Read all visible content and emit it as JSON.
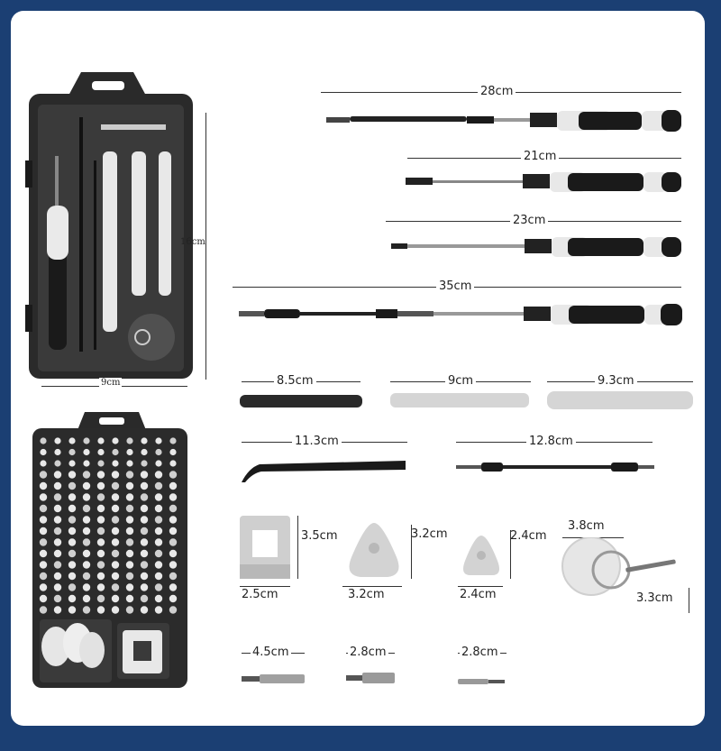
{
  "case_top": {
    "height": "16cm",
    "width": "9cm"
  },
  "screwdrivers": [
    {
      "length": "28cm"
    },
    {
      "length": "21cm"
    },
    {
      "length": "23cm"
    },
    {
      "length": "35cm"
    }
  ],
  "pry_tools": [
    {
      "length": "8.5cm"
    },
    {
      "length": "9cm"
    },
    {
      "length": "9.3cm"
    }
  ],
  "long_tools": [
    {
      "length": "11.3cm"
    },
    {
      "length": "12.8cm"
    }
  ],
  "small_parts": {
    "holder": {
      "height": "3.5cm",
      "width": "2.5cm"
    },
    "pick_large": {
      "height": "3.2cm",
      "width": "3.2cm"
    },
    "pick_small": {
      "height": "2.4cm",
      "width": "2.4cm"
    },
    "suction_cup": {
      "diameter": "3.8cm",
      "tool": "3.3cm"
    }
  },
  "adapters": [
    {
      "length": "4.5cm"
    },
    {
      "length": "2.8cm"
    },
    {
      "length": "2.8cm"
    }
  ],
  "colors": {
    "background": "#1b3f73",
    "panel": "#ffffff",
    "case": "#2a2a2a",
    "accent_gray": "#d5d5d5"
  }
}
